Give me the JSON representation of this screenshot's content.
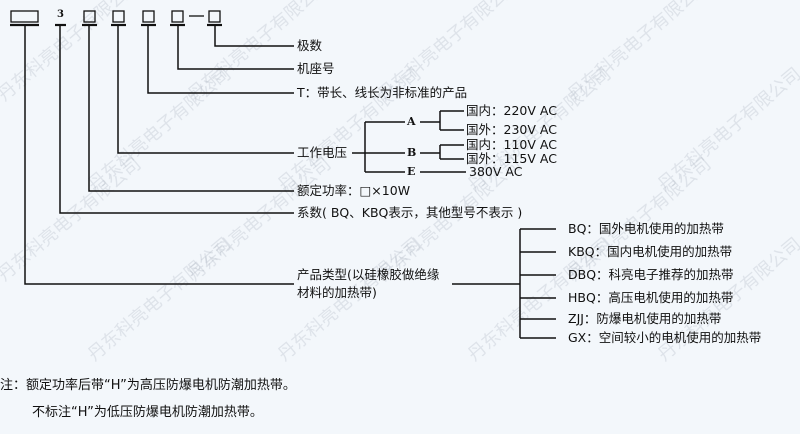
{
  "watermark": "丹东科亮电子有限公司",
  "code": {
    "digit": "3"
  },
  "labels": {
    "poles": "极数",
    "frame": "机座号",
    "t": "T：带长、线长为非标准的产品",
    "voltage": "工作电压",
    "power": "额定功率：□×10W",
    "series": "系数( BQ、KBQ表示，其他型号不表示 )",
    "type_line1": "产品类型(以硅橡胶做绝缘",
    "type_line2": "材料的加热带)"
  },
  "voltage": {
    "A": "A",
    "B": "B",
    "E": "E",
    "a1": "国内：220V AC",
    "a2": "国外：230V AC",
    "b1": "国内：110V AC",
    "b2": "国外：115V AC",
    "e": "380V AC"
  },
  "types": [
    "BQ：国外电机使用的加热带",
    "KBQ：国内电机使用的加热带",
    "DBQ：科亮电子推荐的加热带",
    "HBQ：高压电机使用的加热带",
    "ZJJ：防爆电机使用的加热带",
    "GX：空间较小的电机使用的加热带"
  ],
  "notes": {
    "line1": "注：额定功率后带“H”为高压防爆电机防潮加热带。",
    "line2": "不标注“H”为低压防爆电机防潮加热带。"
  }
}
